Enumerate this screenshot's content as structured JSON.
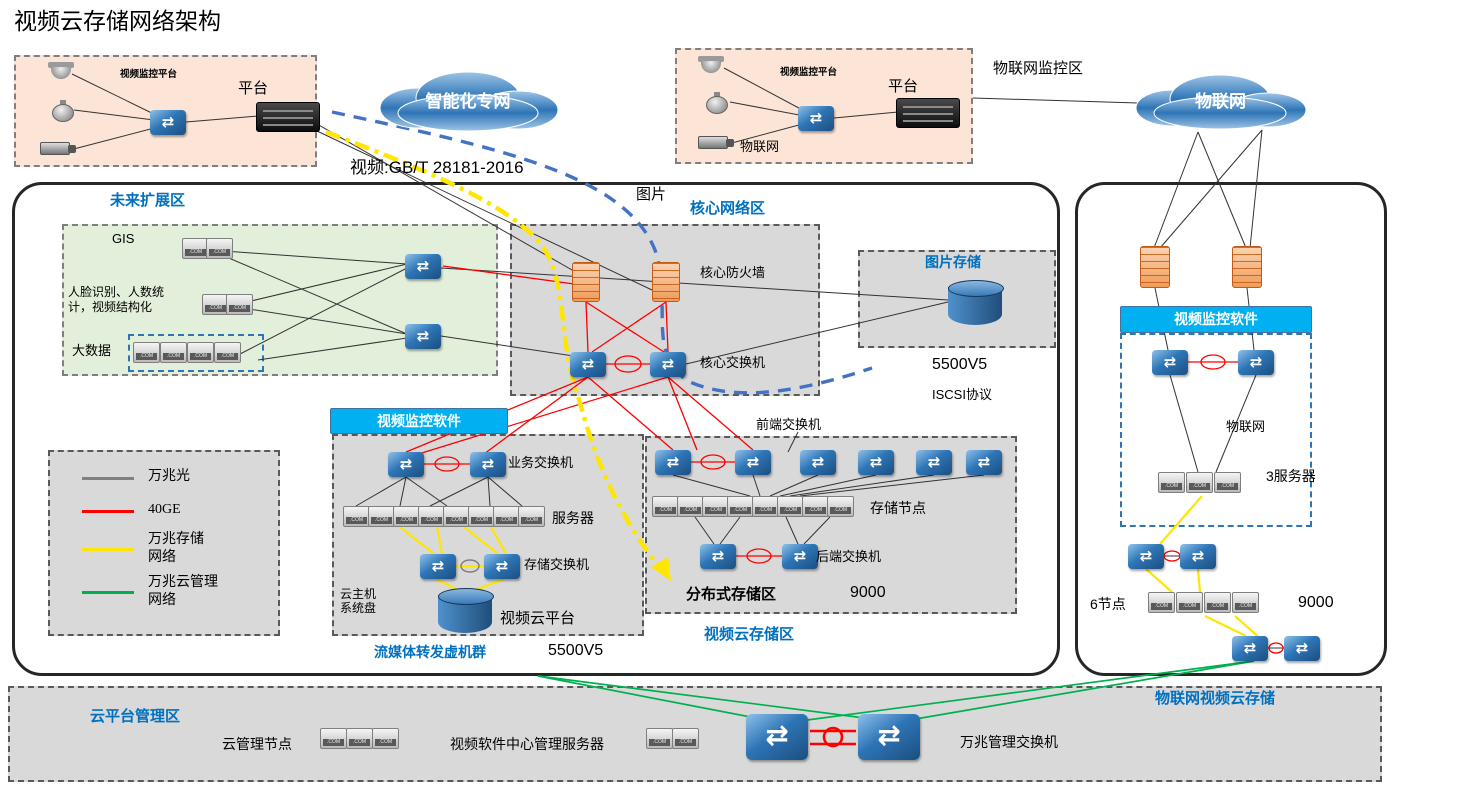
{
  "title": "视频云存储网络架构",
  "top_left_box": {
    "platform_title": "视频监控平台",
    "platform": "平台"
  },
  "top_right_box": {
    "platform_title": "视频监控平台",
    "platform": "平台",
    "iot": "物联网"
  },
  "clouds": {
    "intelligent": "智能化专网",
    "iot": "物联网"
  },
  "labels": {
    "video_protocol": "视频:GB/T 28181-2016",
    "picture": "图片",
    "iot_monitor_zone": "物联网监控区"
  },
  "future_zone": {
    "title": "未来扩展区",
    "gis": "GIS",
    "face_line1": "人脸识别、人数统",
    "face_line2": "计，视频结构化",
    "bigdata": "大数据"
  },
  "core_zone": {
    "title": "核心网络区",
    "firewall_label": "核心防火墙",
    "switch_label": "核心交换机"
  },
  "picture_storage": {
    "title": "图片存储",
    "model": "5500V5",
    "protocol": "ISCSI协议"
  },
  "video_software": {
    "header": "视频监控软件",
    "business_switch": "业务交换机",
    "servers": "服务器",
    "storage_switch": "存储交换机",
    "cloud_host_line1": "云主机",
    "cloud_host_line2": "系统盘",
    "platform": "视频云平台",
    "footer": "流媒体转发虚机群",
    "model": "5500V5"
  },
  "distributed_zone": {
    "front_switch": "前端交换机",
    "storage_node": "存储节点",
    "back_switch": "后端交换机",
    "title": "分布式存储区",
    "model": "9000",
    "footer": "视频云存储区"
  },
  "legend": {
    "items": [
      {
        "color": "#808080",
        "line1": "万兆光",
        "line2": ""
      },
      {
        "color": "#ff0000",
        "line1": "40GE",
        "line2": ""
      },
      {
        "color": "#ffe600",
        "line1": "万兆存储",
        "line2": "网络"
      },
      {
        "color": "#00b050",
        "line1": "万兆云管理",
        "line2": "网络"
      }
    ]
  },
  "right_panel": {
    "header": "视频监控软件",
    "iot": "物联网",
    "servers": "3服务器",
    "nodes": "6节点",
    "model": "9000",
    "footer": "物联网视频云存储"
  },
  "bottom_zone": {
    "title": "云平台管理区",
    "mgmt_nodes": "云管理节点",
    "video_server": "视频软件中心管理服务器",
    "mgmt_switch": "万兆管理交换机"
  },
  "colors": {
    "accent_blue": "#0070c0",
    "header_cyan": "#00b0f0",
    "peach": "#fce4d6",
    "light_green": "#e2efda",
    "light_gray": "#d9d9d9",
    "switch_blue": "#2e75b6",
    "firewall_orange": "#f4b183",
    "line_gray": "#808080",
    "line_red": "#ff0000",
    "line_yellow": "#ffe600",
    "line_green": "#00b050",
    "dashed_blue": "#4472c4"
  }
}
